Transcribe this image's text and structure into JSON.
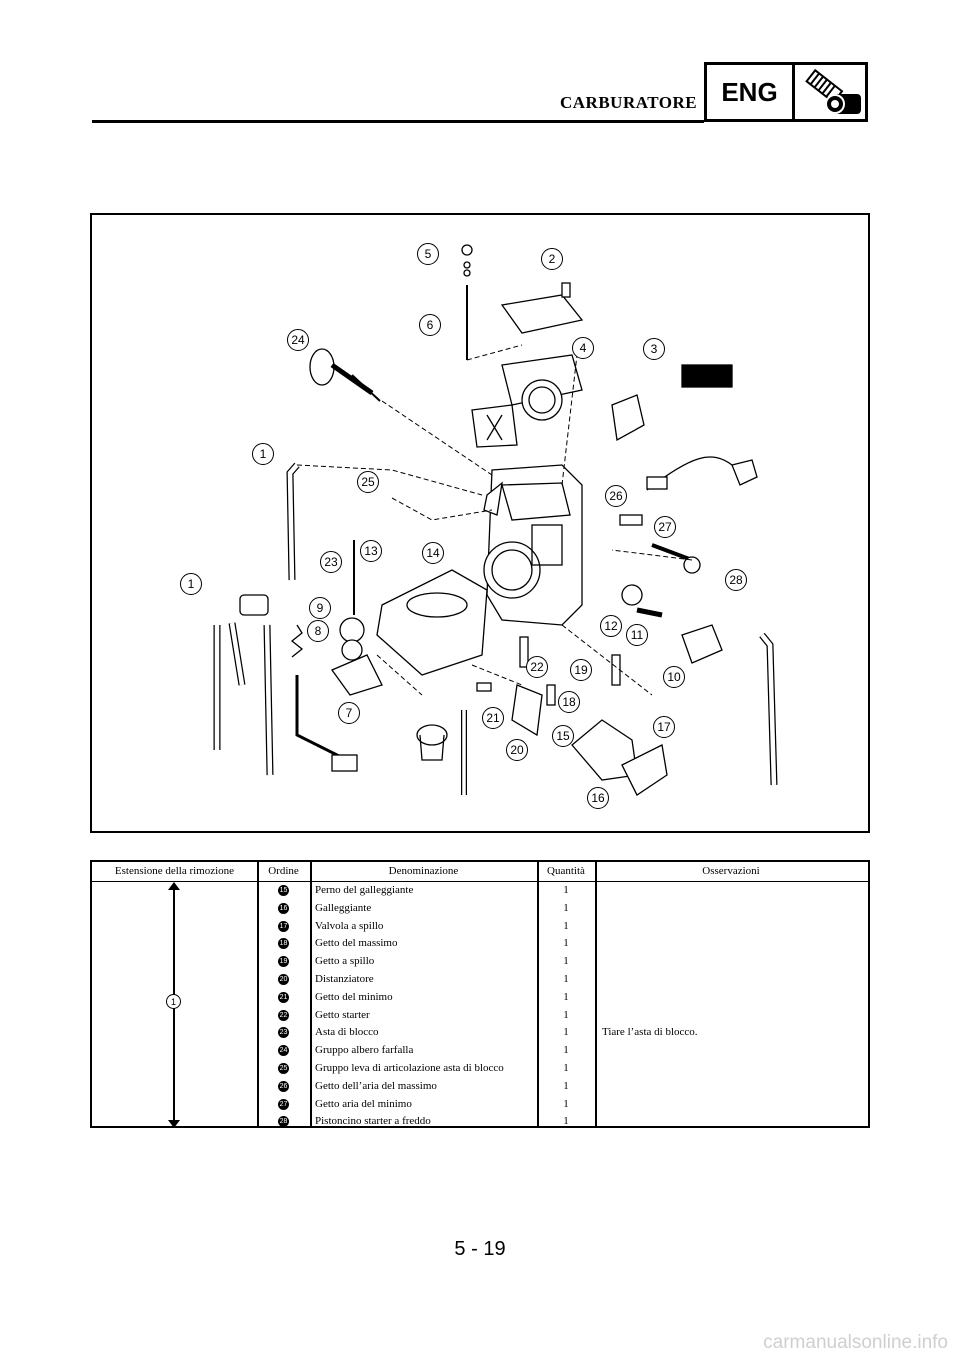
{
  "header": {
    "section_title": "CARBURATORE",
    "badge_label": "ENG",
    "badge_icon": "engine-bolt-icon"
  },
  "figure": {
    "callouts": [
      "1",
      "1",
      "2",
      "3",
      "4",
      "5",
      "6",
      "7",
      "8",
      "9",
      "10",
      "11",
      "12",
      "13",
      "14",
      "15",
      "16",
      "17",
      "18",
      "19",
      "20",
      "21",
      "22",
      "23",
      "24",
      "25",
      "26",
      "27",
      "28"
    ]
  },
  "table": {
    "headers": {
      "extent": "Estensione della rimozione",
      "order": "Ordine",
      "name": "Denominazione",
      "quantity": "Quantità",
      "notes": "Osservazioni"
    },
    "range_label": "1",
    "rows": [
      {
        "order": "15",
        "name": "Perno del galleggiante",
        "qty": "1",
        "note": ""
      },
      {
        "order": "16",
        "name": "Galleggiante",
        "qty": "1",
        "note": ""
      },
      {
        "order": "17",
        "name": "Valvola a spillo",
        "qty": "1",
        "note": ""
      },
      {
        "order": "18",
        "name": "Getto del massimo",
        "qty": "1",
        "note": ""
      },
      {
        "order": "19",
        "name": "Getto a spillo",
        "qty": "1",
        "note": ""
      },
      {
        "order": "20",
        "name": "Distanziatore",
        "qty": "1",
        "note": ""
      },
      {
        "order": "21",
        "name": "Getto del minimo",
        "qty": "1",
        "note": ""
      },
      {
        "order": "22",
        "name": "Getto starter",
        "qty": "1",
        "note": ""
      },
      {
        "order": "23",
        "name": "Asta di blocco",
        "qty": "1",
        "note": "Tiare l’asta di blocco."
      },
      {
        "order": "24",
        "name": "Gruppo albero farfalla",
        "qty": "1",
        "note": ""
      },
      {
        "order": "25",
        "name": "Gruppo leva di articolazione asta di blocco",
        "qty": "1",
        "note": ""
      },
      {
        "order": "26",
        "name": "Getto dell’aria del massimo",
        "qty": "1",
        "note": ""
      },
      {
        "order": "27",
        "name": "Getto aria del minimo",
        "qty": "1",
        "note": ""
      },
      {
        "order": "28",
        "name": "Pistoncino starter a freddo",
        "qty": "1",
        "note": ""
      }
    ]
  },
  "footer": {
    "page_number": "5 - 19",
    "site": "carmanualsonline.info"
  }
}
